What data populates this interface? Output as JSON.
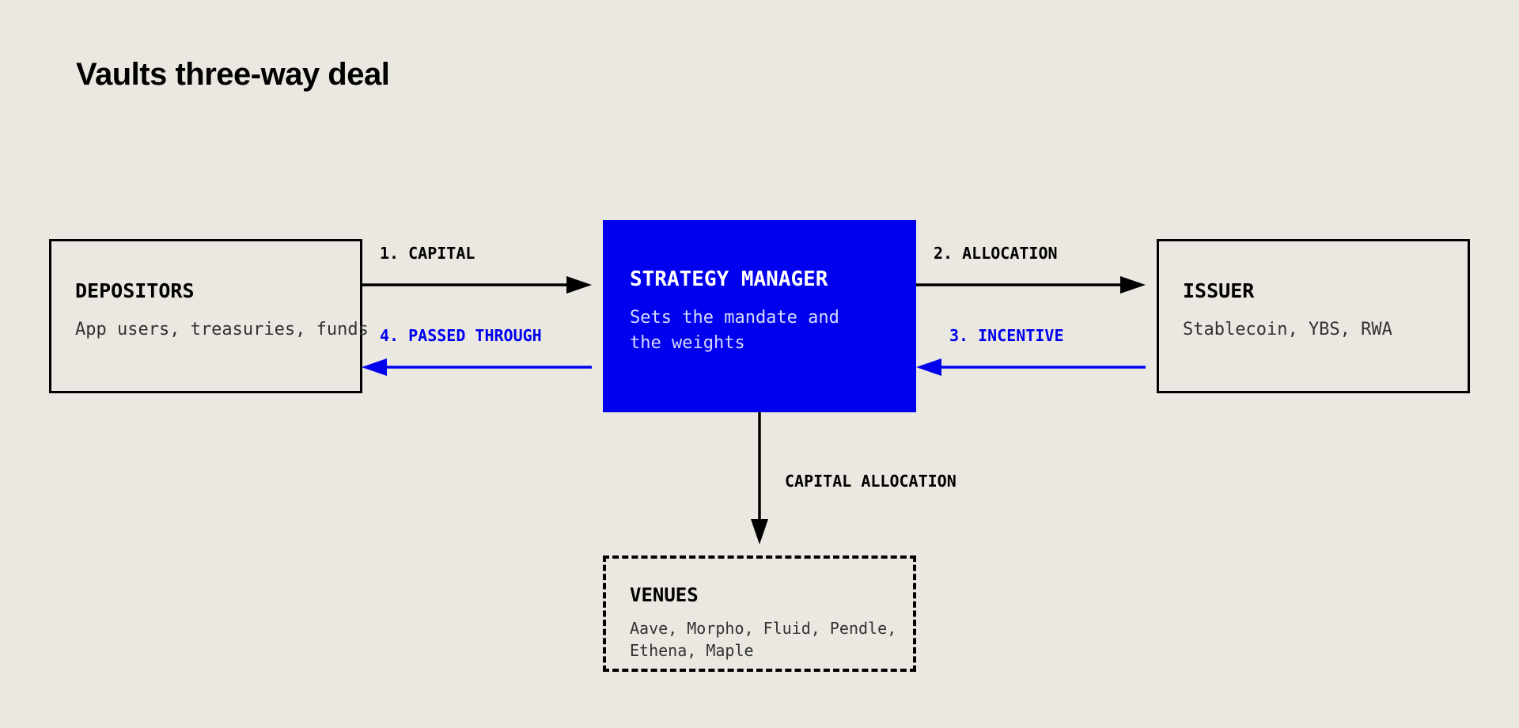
{
  "title": "Vaults three-way deal",
  "nodes": {
    "depositors": {
      "name": "DEPOSITORS",
      "desc": "App users, treasuries, funds"
    },
    "strategy_manager": {
      "name": "STRATEGY MANAGER",
      "desc_line1": "Sets the mandate and",
      "desc_line2": "the weights"
    },
    "issuer": {
      "name": "ISSUER",
      "desc": "Stablecoin, YBS, RWA"
    },
    "venues": {
      "name": "VENUES",
      "desc_line1": "Aave, Morpho, Fluid, Pendle,",
      "desc_line2": "Ethena, Maple"
    }
  },
  "flows": {
    "capital": "1. CAPITAL",
    "allocation": "2. ALLOCATION",
    "incentive": "3. INCENTIVE",
    "passed_through": "4. PASSED THROUGH",
    "capital_allocation": "CAPITAL ALLOCATION"
  },
  "colors": {
    "background": "#ebe7e1",
    "accent": "#0000ee",
    "ink": "#000000"
  }
}
